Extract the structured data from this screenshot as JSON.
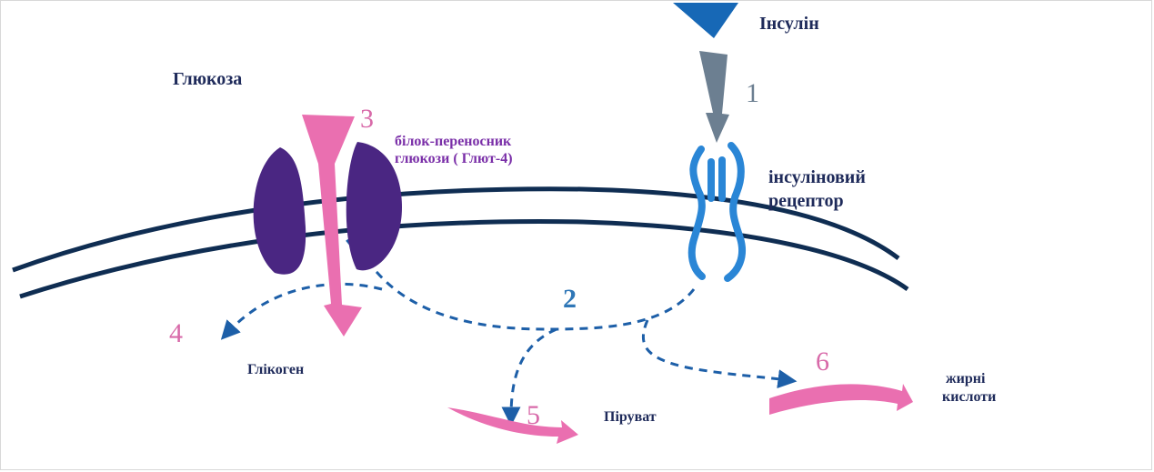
{
  "labels": {
    "insulin": "Інсулін",
    "glucose": "Глюкоза",
    "transporter_line1": "білок-переносник",
    "transporter_line2": "глюкози ( Глют-4)",
    "receptor_line1": "інсуліновий",
    "receptor_line2": "рецептор",
    "glycogen": "Глікоген",
    "pyruvate": "Піруват",
    "fatty_line1": "жирні",
    "fatty_line2": "кислоти"
  },
  "steps": {
    "s1": "1",
    "s2": "2",
    "s3": "3",
    "s4": "4",
    "s5": "5",
    "s6": "6"
  },
  "colors": {
    "membrane": "#0f2d52",
    "transporter": "#4a2682",
    "receptor": "#2a86d6",
    "insulin": "#1768b6",
    "signal_arrow": "#6c7f91",
    "pathway": "#1d5fa8",
    "glucose_arrow": "#ea6fb0",
    "pink_number": "#d86aa9",
    "blue_number": "#2f77b7",
    "label_dark": "#1e2a5a",
    "label_purple": "#7a2fa8"
  }
}
